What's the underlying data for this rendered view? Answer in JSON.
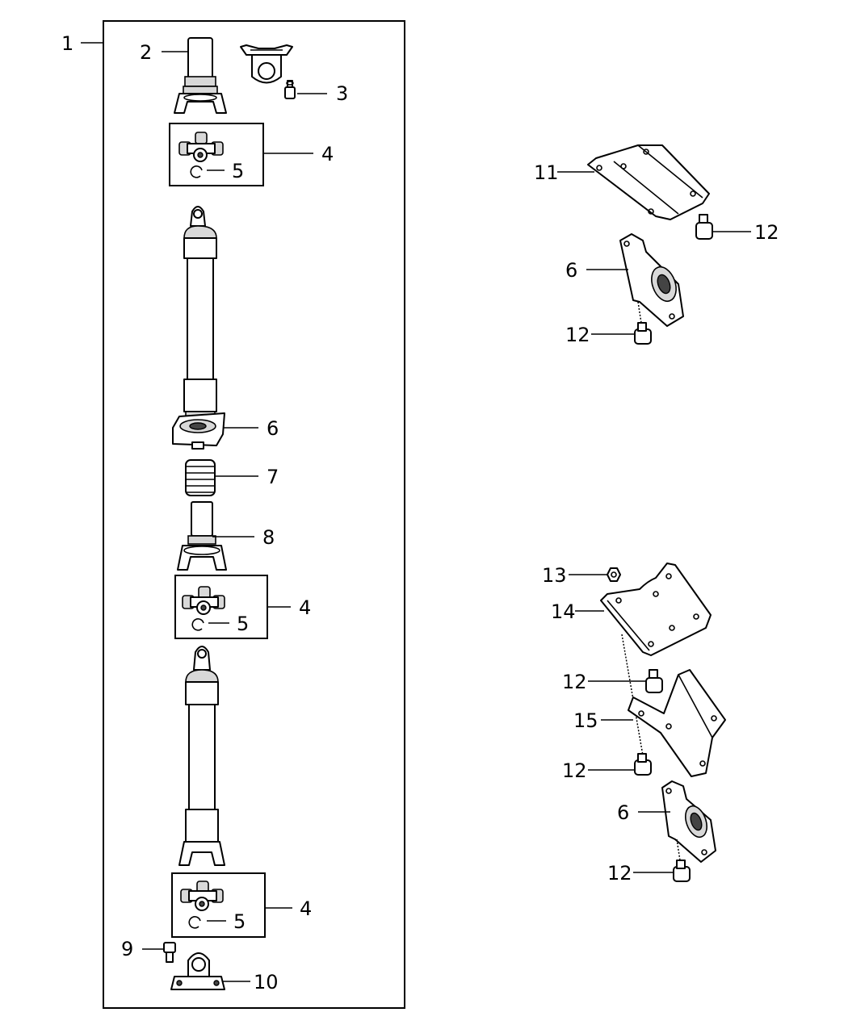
{
  "callouts": {
    "c1": "1",
    "c2": "2",
    "c3": "3",
    "c4a": "4",
    "c5a": "5",
    "c6a": "6",
    "c7": "7",
    "c8": "8",
    "c4b": "4",
    "c5b": "5",
    "c4c": "4",
    "c5c": "5",
    "c9": "9",
    "c10": "10",
    "c11": "11",
    "c12a": "12",
    "c6b": "6",
    "c12b": "12",
    "c13": "13",
    "c14": "14",
    "c12c": "12",
    "c15": "15",
    "c12d": "12",
    "c6c": "6",
    "c12e": "12"
  }
}
